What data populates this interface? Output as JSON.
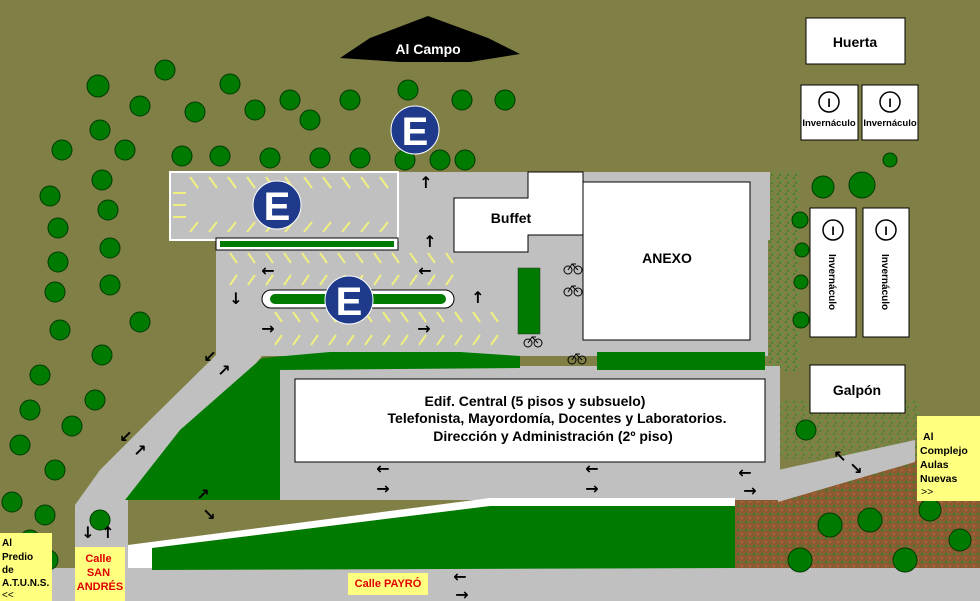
{
  "title": "Campus map",
  "colors": {
    "terrain": "#7f7f46",
    "road": "#c0c0c0",
    "lawn": "#007a00",
    "label_bg": "#ffff80",
    "parking_badge": "#1f3a8a"
  },
  "labels": {
    "al_campo": "Al Campo",
    "huerta": "Huerta",
    "invernaculo": "Invernáculo",
    "invernaculo_icon": "I",
    "buffet": "Buffet",
    "anexo": "ANEXO",
    "galpon": "Galpón",
    "parking": "E",
    "central": [
      "Edif. Central (5 pisos y subsuelo)",
      "Telefonista, Mayordomía, Docentes y Laboratorios.",
      "Dirección y Administración (2º piso)"
    ],
    "al_predio": [
      "Al",
      "Predio",
      "de",
      "A.T.U.N.S.",
      "<<"
    ],
    "calle_san_andres": [
      "Calle",
      "SAN",
      "ANDRÉS"
    ],
    "calle_payro": "Calle PAYRÓ",
    "al_complejo": [
      "Al",
      "Complejo",
      "Aulas",
      "Nuevas",
      ">>"
    ]
  }
}
